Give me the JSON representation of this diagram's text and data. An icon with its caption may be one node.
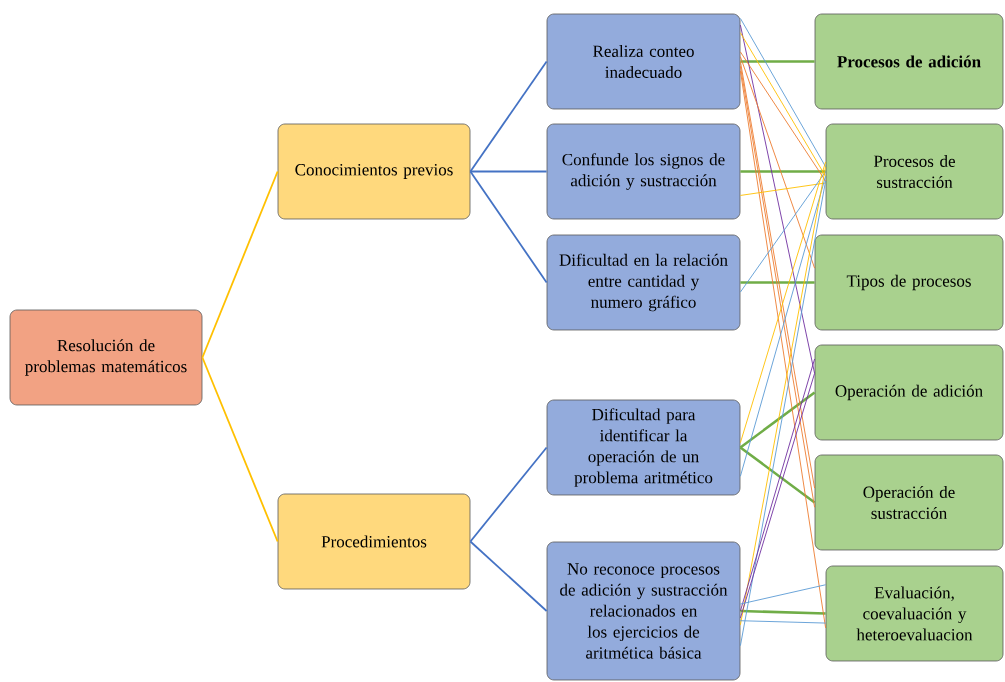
{
  "diagram": {
    "nodes": [
      {
        "text": [
          "Resolución de problemas matemáticos"
        ]
      },
      {
        "text": [
          "Conocimientos previos"
        ]
      },
      {
        "text": [
          "Procedimientos"
        ]
      },
      {
        "text": [
          "Realiza conteo inadecuado"
        ]
      },
      {
        "text": [
          "Confunde los signos de adición y sustracción"
        ]
      },
      {
        "text": [
          "Dificultad en la relación entre cantidad y numero gráfico"
        ]
      },
      {
        "text": [
          "Dificultad para identificar la operación de un problema aritmético"
        ]
      },
      {
        "text": [
          "No reconoce procesos de adición y sustracción relacionados en los ejercicios de aritmética básica"
        ]
      },
      {
        "text": [
          "Procesos de adición"
        ]
      },
      {
        "text": [
          "Procesos de sustracción"
        ]
      },
      {
        "text": [
          "Tipos de procesos"
        ]
      },
      {
        "text": [
          "Operación de adición"
        ]
      },
      {
        "text": [
          "Operación de sustracción"
        ]
      },
      {
        "text": [
          "Evaluación, coevaluación y heteroevaluacion"
        ]
      }
    ],
    "edges": [
      {
        "from": 0,
        "to": 1,
        "arrow": "none",
        "color": "#ffc000"
      },
      {
        "from": 0,
        "to": 2,
        "arrow": "none",
        "color": "#ffc000"
      },
      {
        "from": 1,
        "to": 3,
        "arrow": "none",
        "color": "#4472c4"
      },
      {
        "from": 1,
        "to": 4,
        "arrow": "none",
        "color": "#4472c4"
      },
      {
        "from": 1,
        "to": 5,
        "arrow": "none",
        "color": "#4472c4"
      },
      {
        "from": 2,
        "to": 6,
        "arrow": "none",
        "color": "#4472c4"
      },
      {
        "from": 2,
        "to": 7,
        "arrow": "none",
        "color": "#4472c4"
      },
      {
        "from": 3,
        "to": 8,
        "arrow": "none",
        "style": "thick",
        "color": "#70ad47"
      },
      {
        "from": 4,
        "to": 9,
        "arrow": "none",
        "style": "thick",
        "color": "#70ad47"
      },
      {
        "from": 5,
        "to": 10,
        "arrow": "none",
        "style": "thick",
        "color": "#70ad47"
      },
      {
        "from": 6,
        "to": 11,
        "arrow": "none",
        "style": "thick",
        "color": "#70ad47"
      },
      {
        "from": 6,
        "to": 12,
        "arrow": "none",
        "style": "thick",
        "color": "#70ad47"
      },
      {
        "from": 7,
        "to": 13,
        "arrow": "none",
        "style": "thick",
        "color": "#70ad47"
      },
      {
        "from": 3,
        "to": 9,
        "arrow": "none",
        "color": "#5b9bd5"
      },
      {
        "from": 3,
        "to": 11,
        "arrow": "none",
        "color": "#7030a0"
      },
      {
        "from": 3,
        "to": 9,
        "arrow": "none",
        "color": "#ffc000"
      },
      {
        "from": 3,
        "to": 9,
        "arrow": "none",
        "color": "#ed7d31"
      },
      {
        "from": 3,
        "to": 10,
        "arrow": "none",
        "color": "#ed7d31"
      },
      {
        "from": 3,
        "to": 12,
        "arrow": "none",
        "color": "#ed7d31"
      },
      {
        "from": 3,
        "to": 12,
        "arrow": "none",
        "color": "#ed7d31"
      },
      {
        "from": 3,
        "to": 13,
        "arrow": "none",
        "color": "#ed7d31"
      },
      {
        "from": 4,
        "to": 9,
        "arrow": "none",
        "color": "#ffc000"
      },
      {
        "from": 5,
        "to": 9,
        "arrow": "none",
        "color": "#5b9bd5"
      },
      {
        "from": 6,
        "to": 9,
        "arrow": "none",
        "color": "#ffc000"
      },
      {
        "from": 6,
        "to": 9,
        "arrow": "none",
        "color": "#5b9bd5"
      },
      {
        "from": 7,
        "to": 9,
        "arrow": "none",
        "color": "#ffc000"
      },
      {
        "from": 7,
        "to": 9,
        "arrow": "none",
        "color": "#5b9bd5"
      },
      {
        "from": 7,
        "to": 11,
        "arrow": "none",
        "color": "#7030a0"
      },
      {
        "from": 7,
        "to": 11,
        "arrow": "none",
        "color": "#7030a0"
      },
      {
        "from": 7,
        "to": 13,
        "arrow": "none",
        "color": "#5b9bd5"
      },
      {
        "from": 7,
        "to": 13,
        "arrow": "none",
        "color": "#5b9bd5"
      }
    ]
  }
}
